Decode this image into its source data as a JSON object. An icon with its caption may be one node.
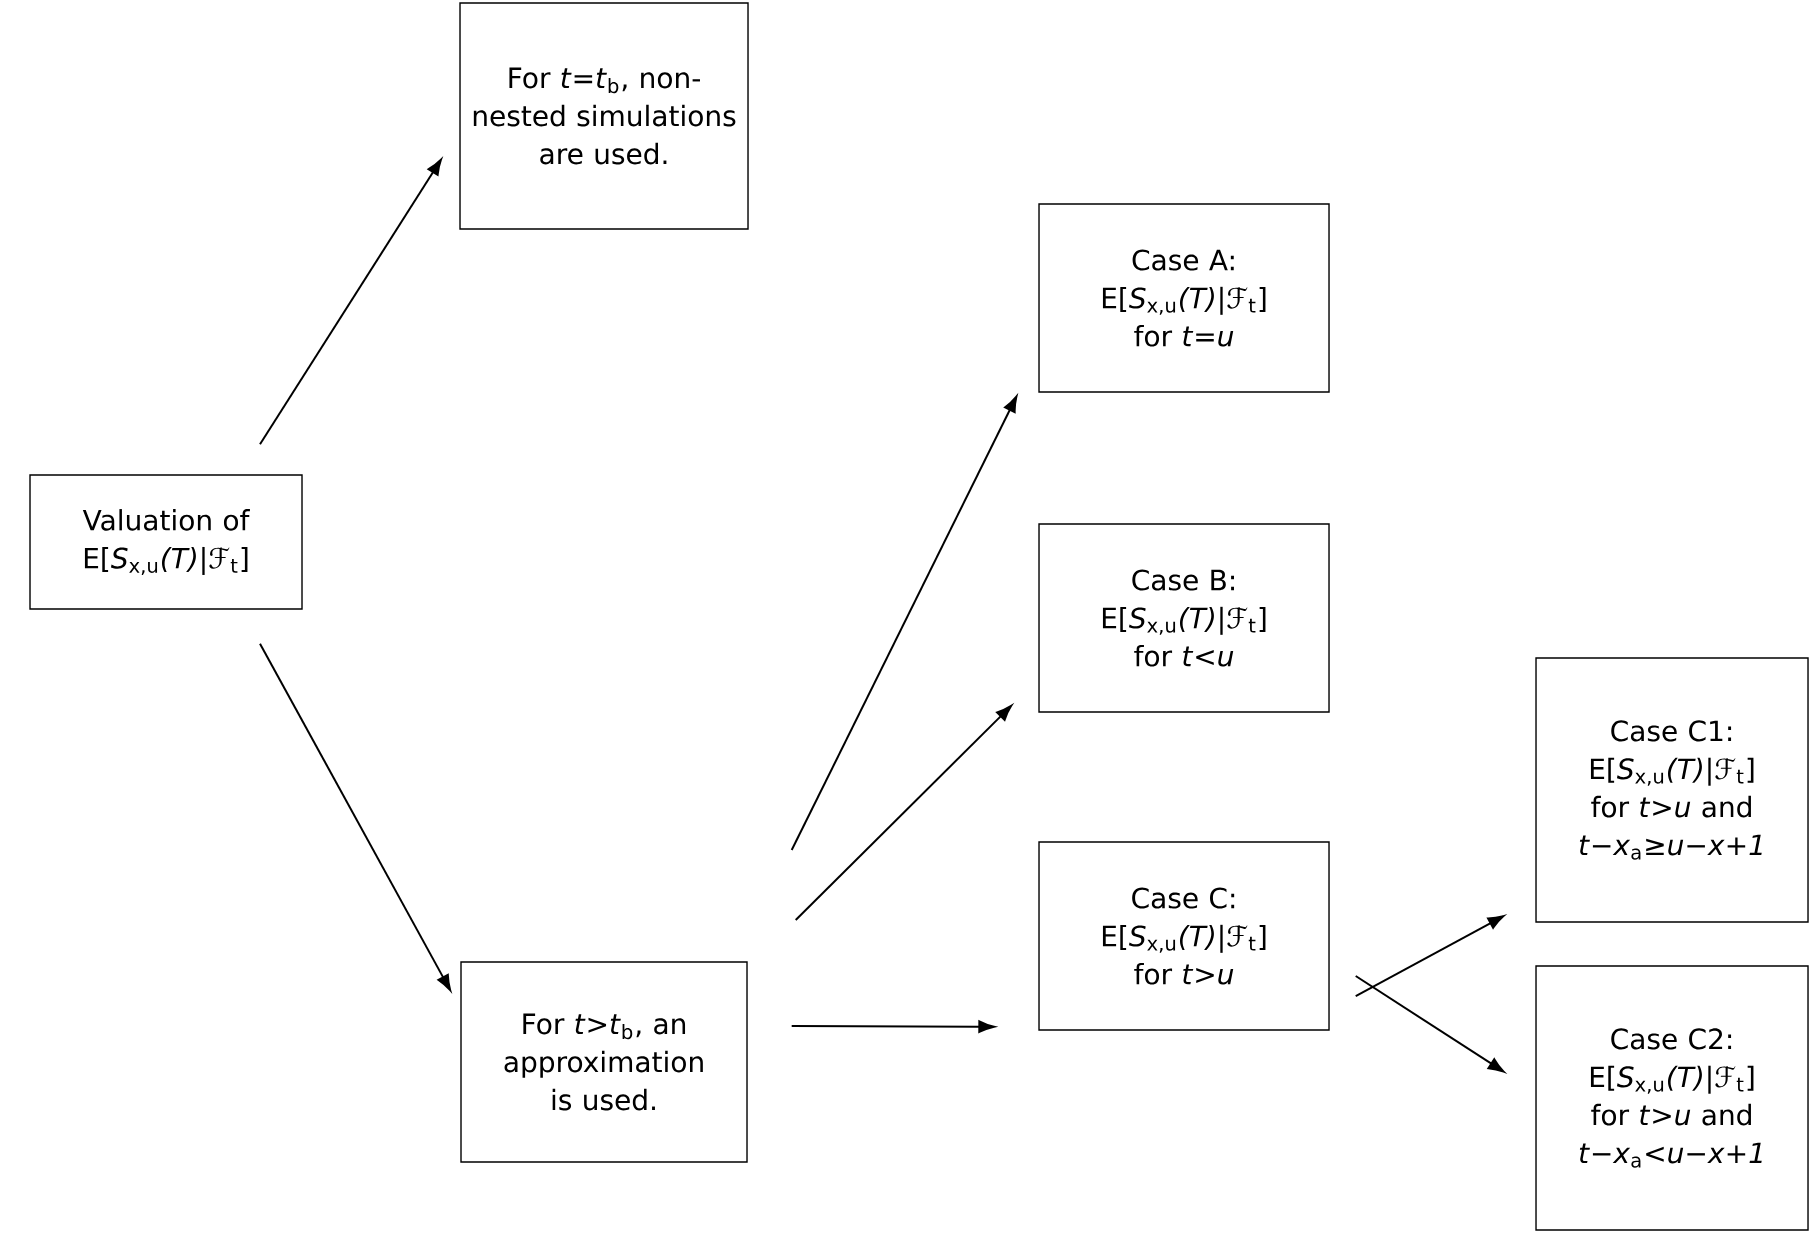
{
  "diagram": {
    "nodes": [
      {
        "text": [
          "Valuation of E[*S*$_{x,u}$*(T)*|ℱ$_{t}$]"
        ]
      },
      {
        "text": [
          "For *t*=*t*$_{b}$, non-nested simulations are used."
        ]
      },
      {
        "text": [
          "For *t*>*t*$_{b}$, an approximation is used."
        ]
      },
      {
        "text": [
          "Case A:",
          "E[*S*$_{x,u}$*(T)*|ℱ$_{t}$]",
          "for *t*=*u*"
        ]
      },
      {
        "text": [
          "Case B:",
          "E[*S*$_{x,u}$*(T)*|ℱ$_{t}$]",
          "for *t*<*u*"
        ]
      },
      {
        "text": [
          "Case C:",
          "E[*S*$_{x,u}$*(T)*|ℱ$_{t}$]",
          "for *t*>*u*"
        ]
      },
      {
        "text": [
          "Case C1:",
          "E[*S*$_{x,u}$*(T)*|ℱ$_{t}$]",
          "for *t*>*u* and *t*−*x*$_{a}$≥*u*−*x*+*1*"
        ]
      },
      {
        "text": [
          "Case C2:",
          "E[*S*$_{x,u}$*(T)*|ℱ$_{t}$]",
          "for *t*>*u* and *t*−*x*$_{a}$<*u*−*x*+*1*"
        ]
      }
    ],
    "edges": [
      {
        "from": 0,
        "to": 1,
        "arrow": "to"
      },
      {
        "from": 0,
        "to": 2,
        "arrow": "to"
      },
      {
        "from": 2,
        "to": 3,
        "arrow": "to"
      },
      {
        "from": 2,
        "to": 4,
        "arrow": "to"
      },
      {
        "from": 2,
        "to": 5,
        "arrow": "to"
      },
      {
        "from": 5,
        "to": 6,
        "arrow": "to"
      },
      {
        "from": 5,
        "to": 7,
        "arrow": "to"
      }
    ]
  }
}
